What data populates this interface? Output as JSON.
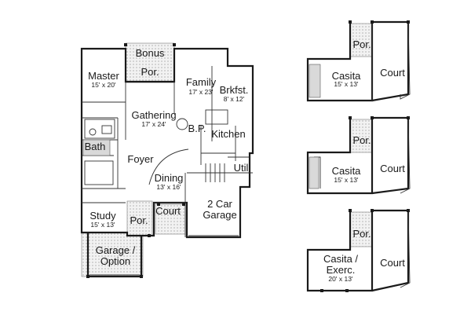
{
  "main_plan": {
    "rooms": {
      "bonus": {
        "name": "Bonus"
      },
      "por_top": {
        "name": "Por."
      },
      "master": {
        "name": "Master",
        "dims": "15' x 20'"
      },
      "family": {
        "name": "Family",
        "dims": "17' x 23'"
      },
      "brkfst": {
        "name": "Brkfst.",
        "dims": "8' x 12'"
      },
      "gathering": {
        "name": "Gathering",
        "dims": "17' x 24'"
      },
      "bp": {
        "name": "B.P."
      },
      "kitchen": {
        "name": "Kitchen"
      },
      "bath": {
        "name": "Bath"
      },
      "foyer": {
        "name": "Foyer"
      },
      "dining": {
        "name": "Dining",
        "dims": "13' x 16'"
      },
      "util": {
        "name": "Util"
      },
      "garage": {
        "name": "2 Car",
        "name2": "Garage"
      },
      "study": {
        "name": "Study",
        "dims": "15' x 13'"
      },
      "por_bottom": {
        "name": "Por."
      },
      "court": {
        "name": "Court"
      },
      "garage_option": {
        "name": "Garage /",
        "name2": "Option"
      }
    }
  },
  "alternates": [
    {
      "por": "Por.",
      "room": "Casita",
      "room2": "",
      "dims": "15' x 13'",
      "court": "Court"
    },
    {
      "por": "Por.",
      "room": "Casita",
      "room2": "",
      "dims": "15' x 13'",
      "court": "Court"
    },
    {
      "por": "Por.",
      "room": "Casita /",
      "room2": "Exerc.",
      "dims": "20' x 13'",
      "court": "Court"
    }
  ]
}
